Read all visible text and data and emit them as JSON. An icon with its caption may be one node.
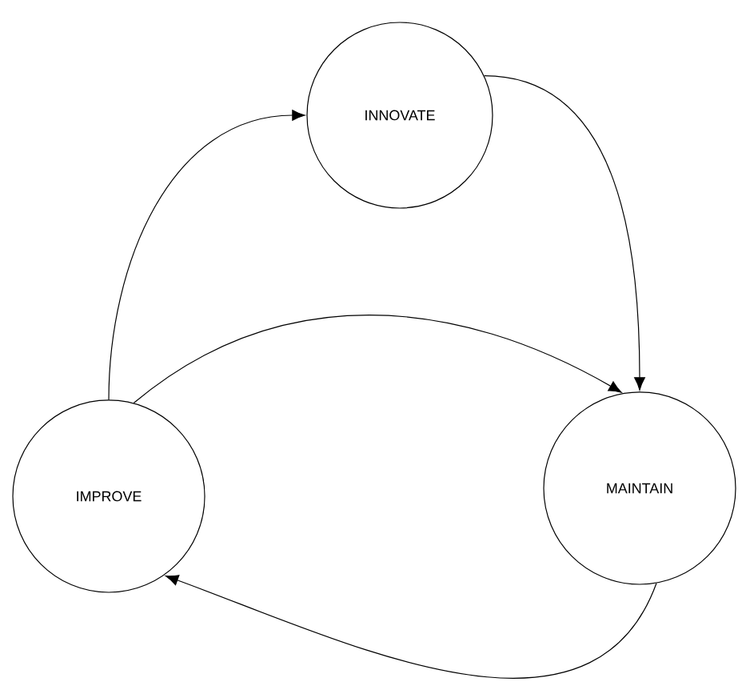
{
  "diagram": {
    "nodes": [
      {
        "text": [
          "INNOVATE"
        ]
      },
      {
        "text": [
          "IMPROVE"
        ]
      },
      {
        "text": [
          "MAINTAIN"
        ]
      }
    ],
    "edges": [
      {
        "from": 1,
        "to": 0,
        "arrow": "to"
      },
      {
        "from": 0,
        "to": 2,
        "arrow": "to"
      },
      {
        "from": 1,
        "to": 2,
        "arrow": "to"
      },
      {
        "from": 2,
        "to": 1,
        "arrow": "to"
      }
    ]
  }
}
